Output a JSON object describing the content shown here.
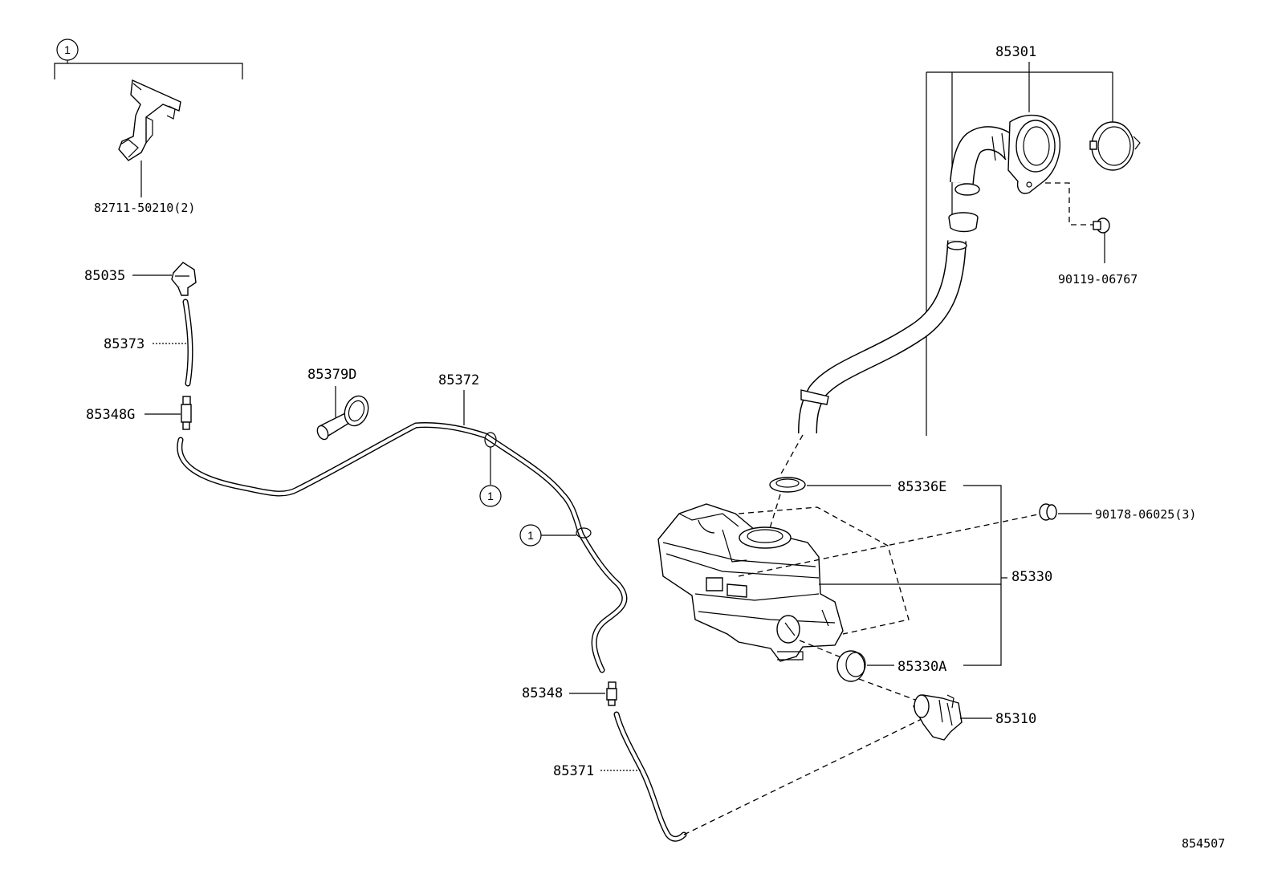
{
  "diagram_code": "854507",
  "callout_marker": "1",
  "labels": {
    "p82711": "82711-50210(2)",
    "p85035": "85035",
    "p85373": "85373",
    "p85348G": "85348G",
    "p85379D": "85379D",
    "p85372": "85372",
    "p85348": "85348",
    "p85371": "85371",
    "p85301": "85301",
    "p90119": "90119-06767",
    "p85336E": "85336E",
    "p90178": "90178-06025(3)",
    "p85330": "85330",
    "p85330A": "85330A",
    "p85310": "85310"
  }
}
